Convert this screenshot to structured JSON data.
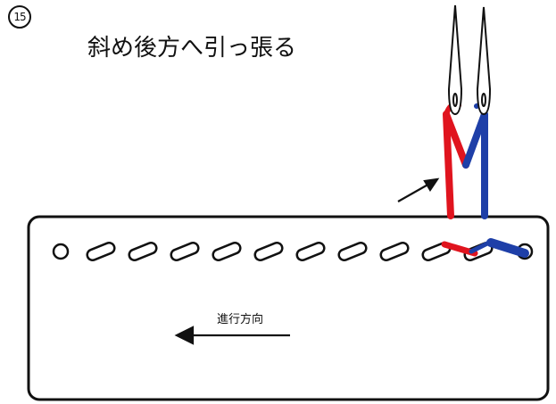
{
  "step_number": "15",
  "title": "斜め後方へ引っ張る",
  "direction_label": "進行方向",
  "colors": {
    "red_thread": "#e0141e",
    "blue_thread": "#1e3fa8",
    "outline": "#111111"
  },
  "icons": [
    "needle-icon",
    "needle-icon",
    "arrow-icon",
    "arrow-left-icon"
  ]
}
